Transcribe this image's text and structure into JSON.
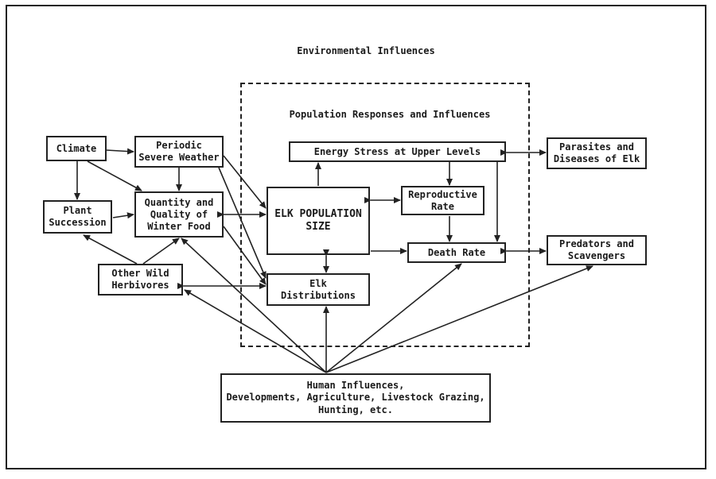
{
  "diagram": {
    "outer_title": "Environmental Influences",
    "inner_title": "Population Responses and Influences",
    "nodes": {
      "climate": "Climate",
      "periodic_weather": "Periodic\nSevere Weather",
      "plant_succession": "Plant\nSuccession",
      "winter_food": "Quantity and\nQuality of\nWinter Food",
      "other_herbivores": "Other Wild\nHerbivores",
      "energy_stress": "Energy Stress at Upper Levels",
      "elk_population": "ELK POPULATION\nSIZE",
      "reproductive_rate": "Reproductive\nRate",
      "death_rate": "Death Rate",
      "elk_distributions": "Elk\nDistributions",
      "parasites": "Parasites and\nDiseases of Elk",
      "predators": "Predators and\nScavengers",
      "human_influences": "Human Influences,\nDevelopments, Agriculture, Livestock Grazing,\nHunting, etc."
    }
  }
}
